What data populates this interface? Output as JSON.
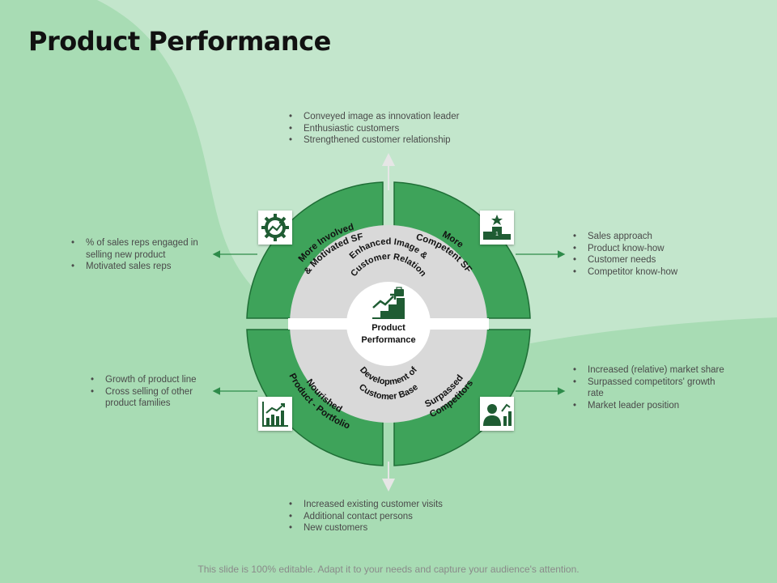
{
  "title": "Product Performance",
  "center": {
    "line1": "Product",
    "line2": "Performance",
    "icon": "growth-stairs-icon"
  },
  "inner_ring": {
    "top": [
      "Enhanced Image &",
      "Customer Relation"
    ],
    "bottom": [
      "Development of",
      "Customer Base"
    ]
  },
  "segments": {
    "top_left": {
      "lines": [
        "More Involved",
        "& Motivated SF"
      ],
      "icon": "gear-growth-icon"
    },
    "top_right": {
      "lines": [
        "More",
        "Competent SF"
      ],
      "icon": "podium-star-icon"
    },
    "bottom_left": {
      "lines": [
        "Nourished",
        "Product - Portfolio"
      ],
      "icon": "bar-chart-icon"
    },
    "bottom_right": {
      "lines": [
        "Surpassed",
        "Competitors"
      ],
      "icon": "businessman-chart-icon"
    }
  },
  "bullets": {
    "top": [
      "Conveyed image as innovation leader",
      "Enthusiastic customers",
      "Strengthened customer relationship"
    ],
    "left_top": [
      "% of sales reps engaged in selling new product",
      "Motivated sales reps"
    ],
    "right_top": [
      "Sales approach",
      "Product know-how",
      "Customer needs",
      "Competitor know-how"
    ],
    "left_bottom": [
      "Growth of product line",
      "Cross selling of other product families"
    ],
    "right_bottom": [
      "Increased (relative) market share",
      "Surpassed competitors' growth rate",
      "Market leader position"
    ],
    "bottom": [
      "Increased existing customer visits",
      "Additional contact persons",
      "New customers"
    ]
  },
  "footer": "This slide is 100% editable. Adapt it to your needs and capture your audience's attention.",
  "colors": {
    "background": "#a8dcb4",
    "light_shape": "#c3e6cc",
    "segment": "#3ea35a",
    "segment_border": "#1f6e36",
    "inner_ring": "#d9d9d9",
    "arrow": "#2e8b4a"
  }
}
